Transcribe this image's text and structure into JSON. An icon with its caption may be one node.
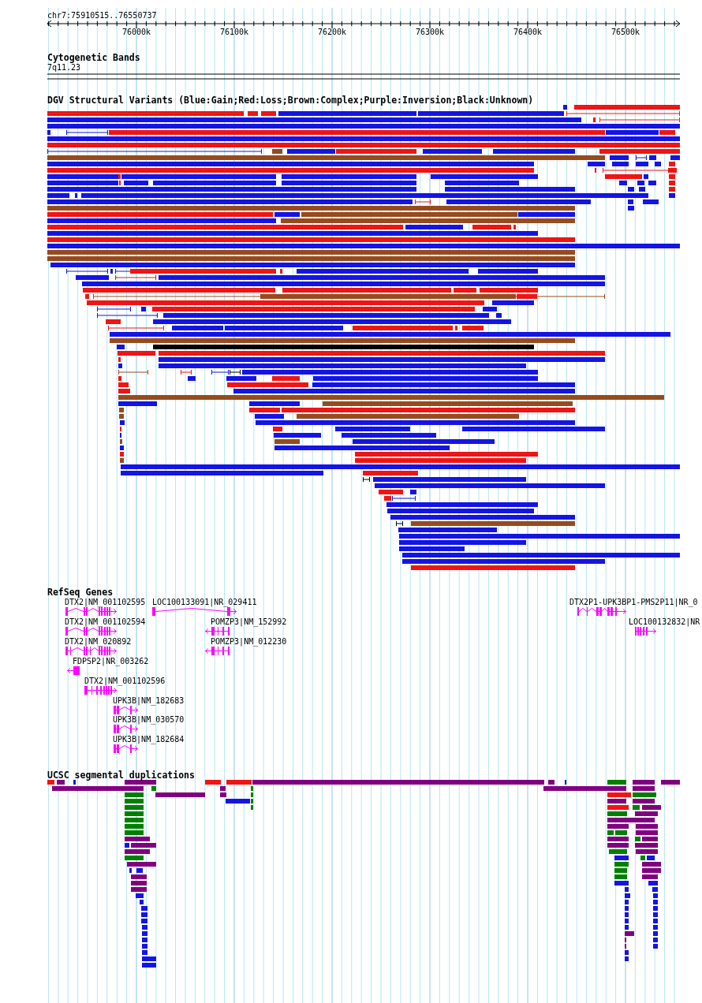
{
  "diagram": {
    "labels": [
      "chr7:75910515..76550737",
      "76000k",
      "76100k",
      "76200k",
      "76300k",
      "76400k",
      "76500k",
      "Cytogenetic Bands",
      "7q11.23",
      "DGV Structural Variants (Blue:Gain;Red:Loss;Brown:Complex;Purple:Inversion;Black:Unknown)",
      "RefSeq Genes",
      "DTX2|NM_001102595",
      "LOC100133091|NR_029411",
      "DTX2P1-UPK3BP1-PMS2P11|NR_0",
      "DTX2|NM_001102594",
      "POMZP3|NM_152992",
      "LOC100132832|NR",
      "DTX2|NM_020892",
      "POMZP3|NM_012230",
      "FDPSP2|NR_003262",
      "DTX2|NM_001102596",
      "UPK3B|NM_182683",
      "UPK3B|NM_030570",
      "UPK3B|NM_182684",
      "UCSC segmental duplications"
    ]
  }
}
